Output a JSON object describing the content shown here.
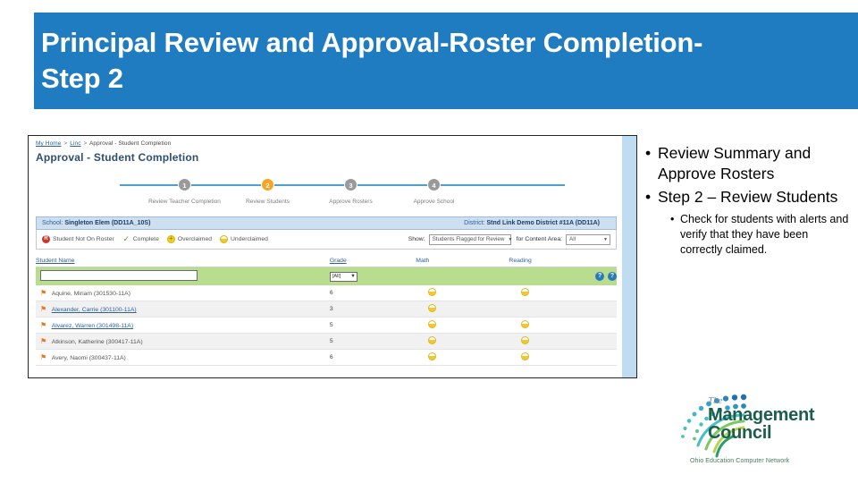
{
  "slide": {
    "title": "Principal Review and Approval-Roster Completion-Step 2",
    "accent_color": "#1f7cc0"
  },
  "app": {
    "breadcrumb": {
      "home": "My Home",
      "section": "Linc",
      "current": "Approval - Student Completion",
      "separator": ">"
    },
    "page_title": "Approval - Student Completion",
    "stepper": {
      "steps": [
        {
          "number": "1",
          "label": "Review Teacher Completion",
          "active": false
        },
        {
          "number": "2",
          "label": "Review Students",
          "active": true
        },
        {
          "number": "3",
          "label": "Approve Rosters",
          "active": false
        },
        {
          "number": "4",
          "label": "Approve School",
          "active": false
        }
      ]
    },
    "context_bar": {
      "school_label": "School:",
      "school_value": "Singleton Elem (DD11A_10S)",
      "district_label": "District:",
      "district_value": "Stnd Link Demo District #11A (DD11A)"
    },
    "legend": [
      {
        "name": "not-on-roster",
        "label": "Student Not On Roster",
        "color": "#d0342c"
      },
      {
        "name": "complete",
        "label": "Complete",
        "color": "#5aa02c"
      },
      {
        "name": "overclaimed",
        "label": "Overclaimed",
        "color": "#f2d024"
      },
      {
        "name": "underclaimed",
        "label": "Underclaimed",
        "color": "#f2c832"
      }
    ],
    "filters": {
      "show_label": "Show:",
      "show_value": "Students Flagged for Review",
      "content_area_label": "for Content Area:",
      "content_area_value": "All"
    },
    "table": {
      "columns": [
        "Student Name",
        "Grade",
        "Math",
        "Reading"
      ],
      "filter_row": {
        "name_value": "",
        "grade_value": "[All]",
        "help_icon_1": "?",
        "help_icon_2": "?"
      },
      "rows": [
        {
          "name": "Aquine, Miriam (301530-11A)",
          "grade": "6",
          "math": "underclaimed",
          "reading": "underclaimed",
          "linked": false
        },
        {
          "name": "Alexander, Carrie (301100-11A)",
          "grade": "3",
          "math": "underclaimed",
          "reading": "",
          "linked": true
        },
        {
          "name": "Alvarez, Warren (301498-11A)",
          "grade": "5",
          "math": "underclaimed",
          "reading": "underclaimed",
          "linked": true
        },
        {
          "name": "Atkinson, Katherine (300417-11A)",
          "grade": "5",
          "math": "underclaimed",
          "reading": "underclaimed",
          "linked": false
        },
        {
          "name": "Avery, Naomi (300437-11A)",
          "grade": "6",
          "math": "underclaimed",
          "reading": "underclaimed",
          "linked": false
        }
      ]
    }
  },
  "bullets": {
    "level1": [
      "Review Summary and Approve Rosters",
      "Step 2 – Review Students"
    ],
    "level2": [
      "Check for students with alerts and verify that they have been correctly claimed."
    ],
    "marker": "•"
  },
  "logo": {
    "the": "The",
    "management": "Management",
    "council": "Council",
    "tagline": "Ohio Education Computer Network"
  }
}
